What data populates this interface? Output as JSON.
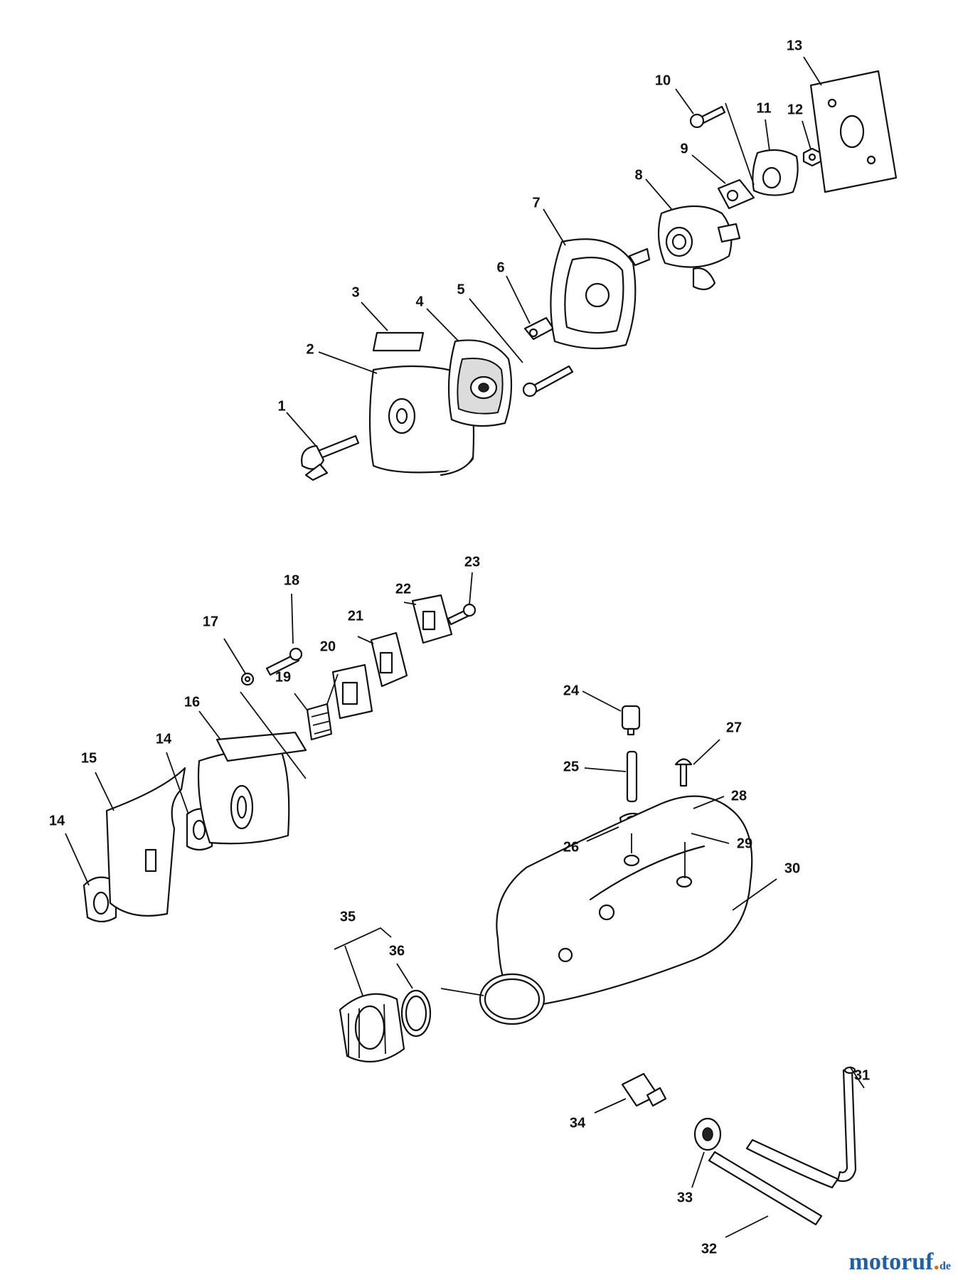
{
  "diagram": {
    "type": "exploded-parts-view",
    "callouts": [
      "1",
      "2",
      "3",
      "4",
      "5",
      "6",
      "7",
      "8",
      "9",
      "10",
      "11",
      "12",
      "13",
      "14",
      "14",
      "15",
      "16",
      "17",
      "18",
      "19",
      "20",
      "21",
      "22",
      "23",
      "24",
      "25",
      "26",
      "27",
      "28",
      "29",
      "30",
      "31",
      "32",
      "33",
      "34",
      "35",
      "36"
    ]
  },
  "logo": {
    "brand": "motoruf",
    "tld": "de",
    "dot": "."
  }
}
